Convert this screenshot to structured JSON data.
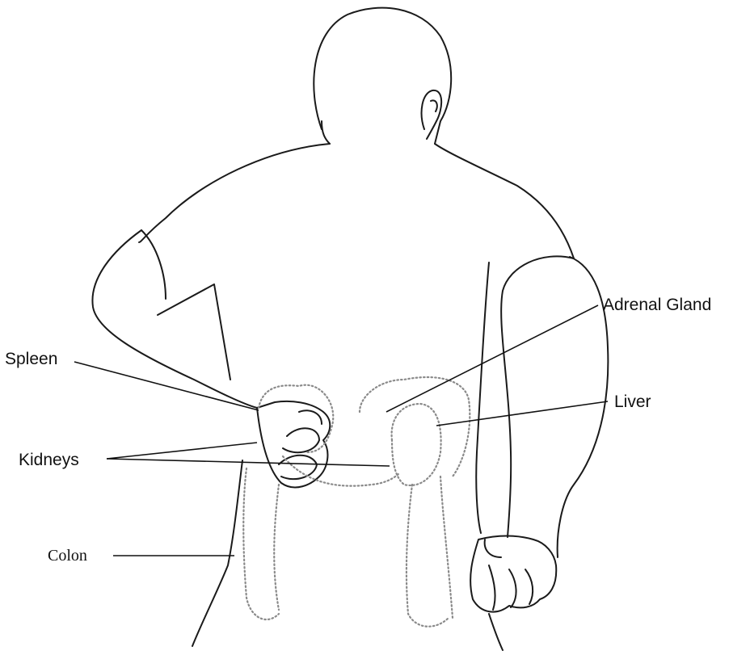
{
  "labels": {
    "adrenal_gland": "Adrenal Gland",
    "spleen": "Spleen",
    "liver": "Liver",
    "kidneys": "Kidneys",
    "colon": "Colon"
  },
  "colors": {
    "outline": "#1a1a1a",
    "organ_dots": "#8a8a8a",
    "background": "#ffffff"
  }
}
